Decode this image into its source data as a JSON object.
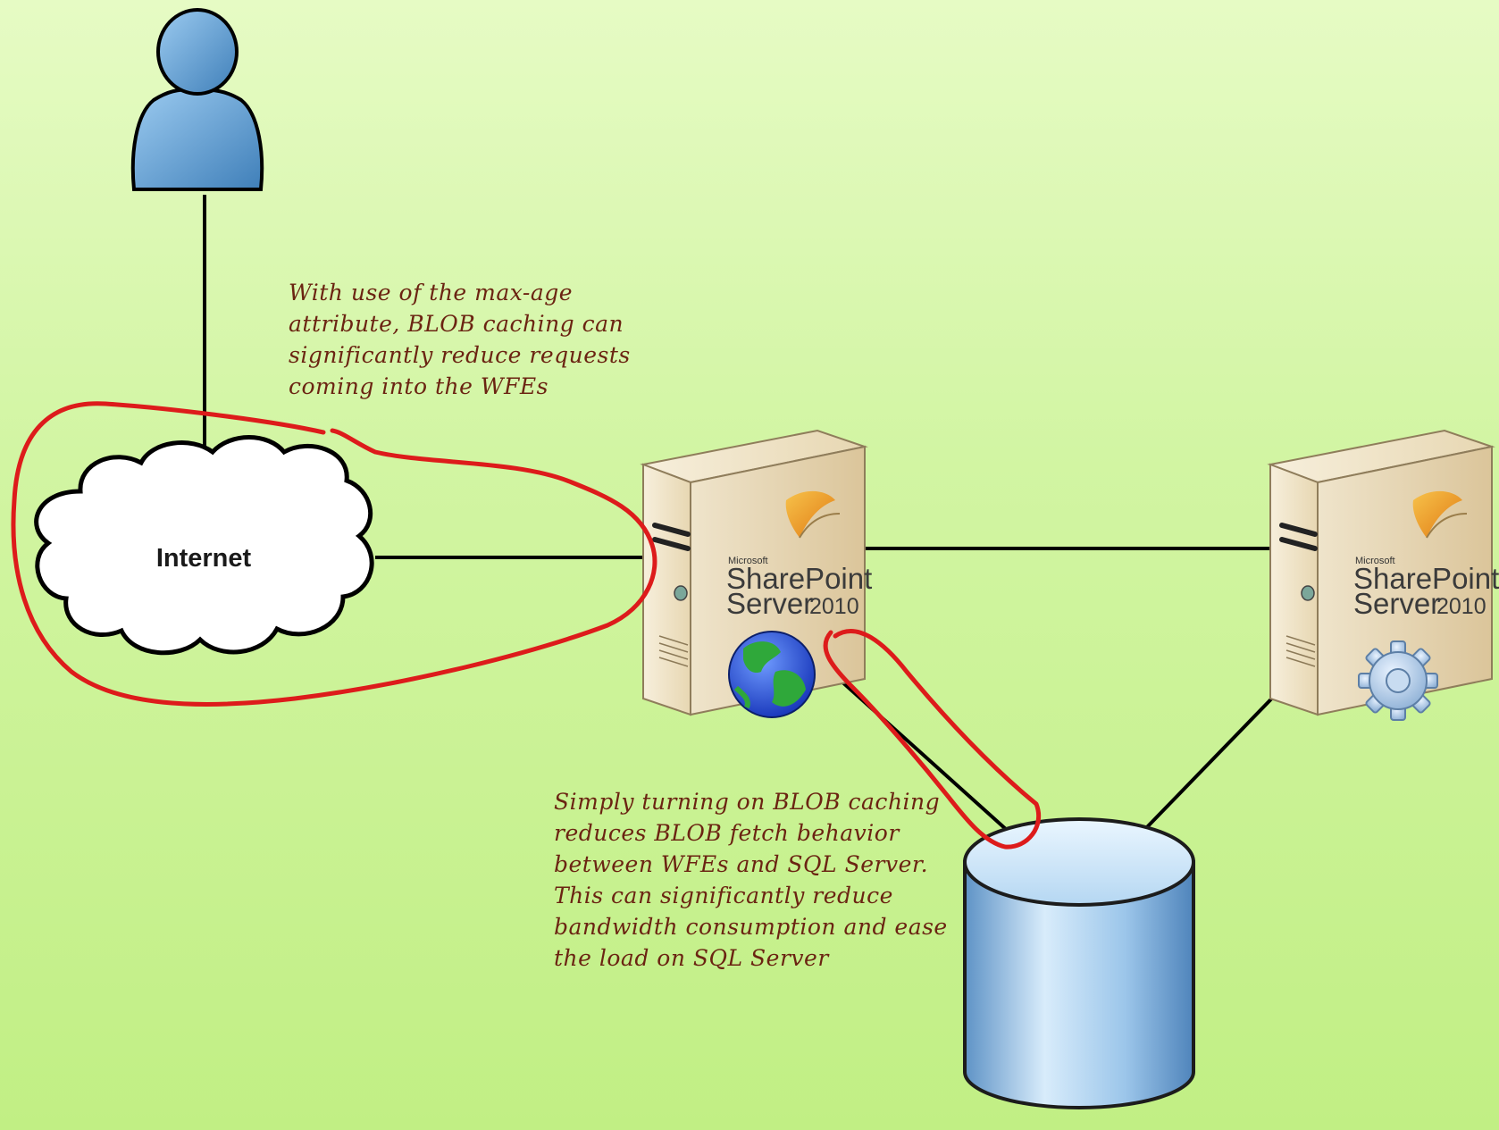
{
  "cloud": {
    "label": "Internet"
  },
  "servers": [
    {
      "brand_small": "Microsoft",
      "brand_main": "SharePoint",
      "brand_sub": "Server",
      "brand_year": "2010"
    },
    {
      "brand_small": "Microsoft",
      "brand_main": "SharePoint",
      "brand_sub": "Server",
      "brand_year": "2010"
    }
  ],
  "notes": {
    "max_age": [
      "With use of the max-age",
      "attribute, BLOB caching can",
      "significantly reduce requests",
      "coming into the WFEs"
    ],
    "blob": [
      "Simply turning on BLOB caching",
      "reduces BLOB fetch behavior",
      "between WFEs and SQL Server.",
      "This can significantly reduce",
      "bandwidth consumption and ease",
      "the load on SQL Server"
    ]
  },
  "colors": {
    "background": "#d2f5a3",
    "highlight": "#dd1b1b",
    "note_text": "#6b2412",
    "user_fill": "#4f8fc7",
    "database_fill": "#8fbfe6",
    "server_body": "#e4d3b0",
    "connector": "#000000"
  },
  "icons": [
    "user-icon",
    "internet-cloud",
    "web-server-icon",
    "app-server-icon",
    "globe-icon",
    "gear-icon",
    "database-icon"
  ]
}
